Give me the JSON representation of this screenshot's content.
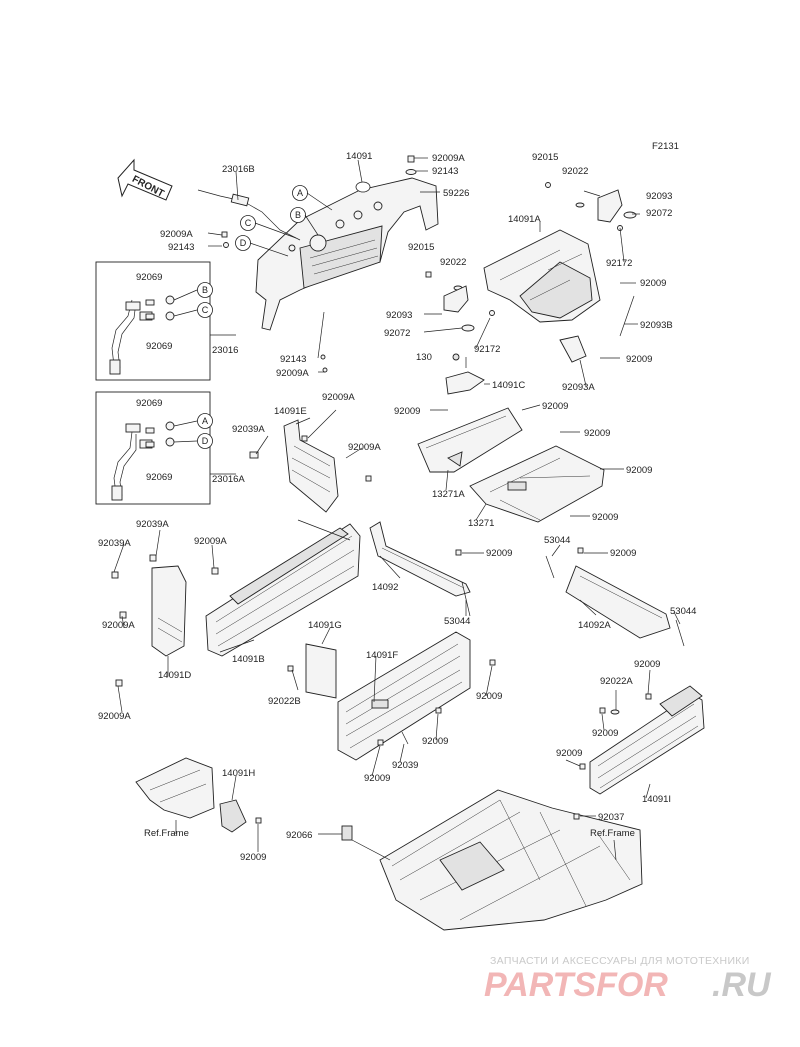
{
  "figure_code": "F2131",
  "front_arrow": "FRONT",
  "callouts": {
    "a": "A",
    "b": "B",
    "c": "C",
    "d": "D"
  },
  "labels": {
    "p14091": "14091",
    "p92009A_top": "92009A",
    "p92143_top": "92143",
    "p59226": "59226",
    "p23016B": "23016B",
    "p92009A_left": "92009A",
    "p92143_left": "92143",
    "p92069_1": "92069",
    "p92069_2": "92069",
    "p23016": "23016",
    "p92143_mid": "92143",
    "p92009A_mid": "92009A",
    "p92069_3": "92069",
    "p92069_4": "92069",
    "p23016A": "23016A",
    "p92015_top": "92015",
    "p92022_top": "92022",
    "p92093_top": "92093",
    "p92072_top": "92072",
    "p14091A": "14091A",
    "p92172_top": "92172",
    "p92015_mid": "92015",
    "p92022_mid": "92022",
    "p92009_r1": "92009",
    "p92093_mid": "92093",
    "p92072_mid": "92072",
    "p92172_mid": "92172",
    "p92093B": "92093B",
    "p130": "130",
    "p92009_r2": "92009",
    "p14091C": "14091C",
    "p92093A": "92093A",
    "p92009_c1": "92009",
    "p92009_c2": "92009",
    "p92009_c3": "92009",
    "p13271A": "13271A",
    "p92009_c4": "92009",
    "p13271": "13271",
    "p92009_c5": "92009",
    "p14091E": "14091E",
    "p92009A_e1": "92009A",
    "p92039A_e": "92039A",
    "p92009A_e2": "92009A",
    "p92039A_l1": "92039A",
    "p92039A_l2": "92039A",
    "p92009A_l1": "92009A",
    "p92009A_l2": "92009A",
    "p14091D": "14091D",
    "p92009A_l3": "92009A",
    "p14091B": "14091B",
    "p14092": "14092",
    "p92009_k1": "92009",
    "p53044_a": "53044",
    "p53044_b": "53044",
    "p92009_k2": "92009",
    "p14092A": "14092A",
    "p53044_c": "53044",
    "p14091G": "14091G",
    "p14091F": "14091F",
    "p92022B": "92022B",
    "p92009_f1": "92009",
    "p92009_f2": "92009",
    "p92039": "92039",
    "p92009_f3": "92009",
    "p92009_i1": "92009",
    "p92022A": "92022A",
    "p92009_i2": "92009",
    "p92009_i3": "92009",
    "p14091I": "14091I",
    "p14091H": "14091H",
    "p_ref_frame_1": "Ref.Frame",
    "p92009_h": "92009",
    "p92066": "92066",
    "p92037": "92037",
    "p_ref_frame_2": "Ref.Frame"
  },
  "watermark": {
    "line1": "ЗАПЧАСТИ И АКСЕССУАРЫ ДЛЯ МОТОТЕХНИКИ",
    "brand": "PARTSFOR",
    "tld": ".RU"
  }
}
